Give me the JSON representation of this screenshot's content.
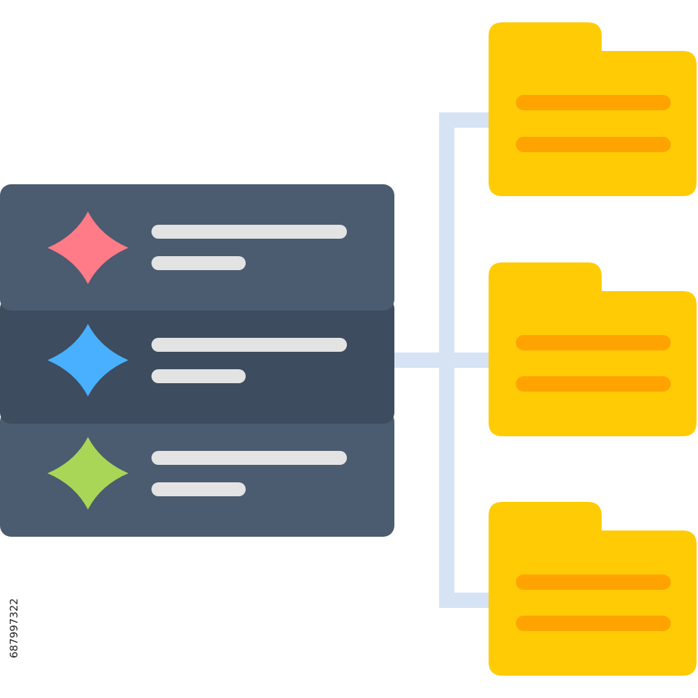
{
  "illustration": {
    "subject": "server-to-folders-hierarchy",
    "server_rows": [
      {
        "name": "server-row-1",
        "icon": "diamond-star-icon",
        "color": "#ff7b87",
        "panel_color": "#4b5b70"
      },
      {
        "name": "server-row-2",
        "icon": "diamond-star-icon",
        "color": "#49b0ff",
        "panel_color": "#3d4c5f"
      },
      {
        "name": "server-row-3",
        "icon": "diamond-star-icon",
        "color": "#a9d656",
        "panel_color": "#4b5b70"
      }
    ],
    "folders": [
      {
        "name": "folder-1",
        "icon": "folder-icon"
      },
      {
        "name": "folder-2",
        "icon": "folder-icon"
      },
      {
        "name": "folder-3",
        "icon": "folder-icon"
      }
    ],
    "colors": {
      "folder": "#ffcb05",
      "folder_lines": "#ffa300",
      "text_lines": "#e3e3e3",
      "connector": "#d5e3f5"
    }
  },
  "watermark": {
    "stock_id": "687997322"
  }
}
